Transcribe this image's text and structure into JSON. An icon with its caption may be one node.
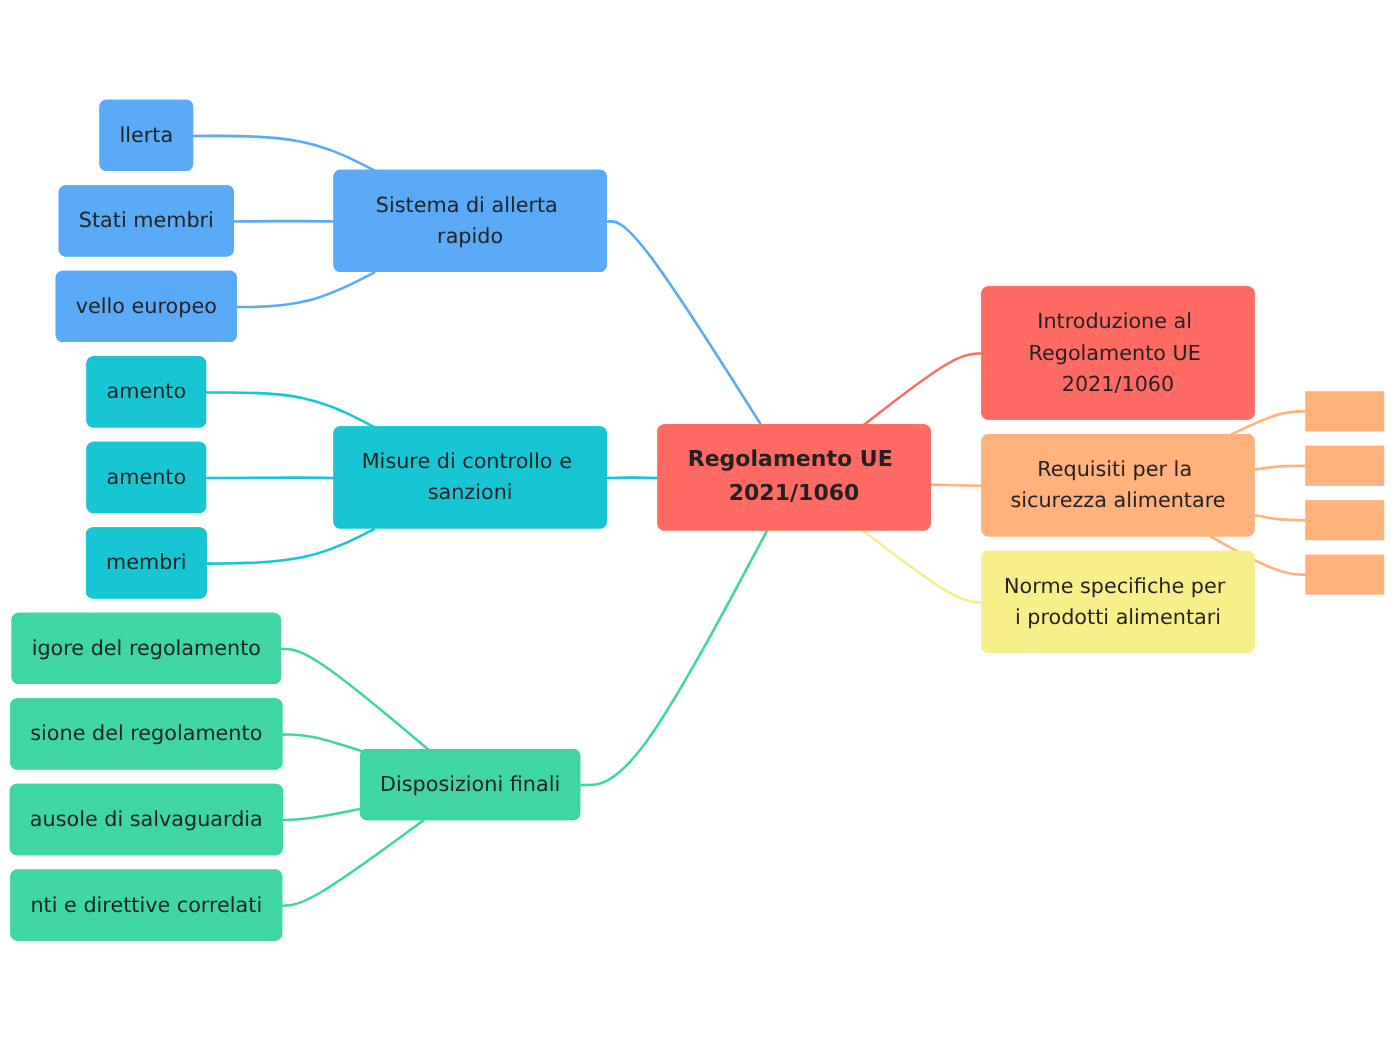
{
  "diagram": {
    "nodes": [
      {
        "text": [
          "Regolamento UE 2021/1060"
        ]
      },
      {
        "text": [
          "Sistema di allerta rapido"
        ]
      },
      {
        "text": [
          "llerta"
        ]
      },
      {
        "text": [
          "Stati membri"
        ]
      },
      {
        "text": [
          "vello europeo"
        ]
      },
      {
        "text": [
          "Misure di controllo e sanzioni"
        ]
      },
      {
        "text": [
          "amento"
        ]
      },
      {
        "text": [
          "amento"
        ]
      },
      {
        "text": [
          "membri"
        ]
      },
      {
        "text": [
          "Disposizioni finali"
        ]
      },
      {
        "text": [
          "igore del regolamento"
        ]
      },
      {
        "text": [
          "sione del regolamento"
        ]
      },
      {
        "text": [
          "ausole di salvaguardia"
        ]
      },
      {
        "text": [
          "nti e direttive correlati"
        ]
      },
      {
        "text": [
          "Introduzione al Regolamento UE 2021/1060"
        ]
      },
      {
        "text": [
          "Requisiti per la sicurezza alimentare"
        ]
      },
      {
        "text": [],
        "shape": "box"
      },
      {
        "text": [],
        "shape": "box"
      },
      {
        "text": [],
        "shape": "box"
      },
      {
        "text": [],
        "shape": "box"
      },
      {
        "text": [
          "Norme specifiche per i prodotti alimentari"
        ]
      }
    ],
    "edges": [
      {
        "from": 2,
        "to": 1,
        "arrow": "none",
        "color": "#5aaaf7"
      },
      {
        "from": 3,
        "to": 1,
        "arrow": "none",
        "color": "#5aaaf7"
      },
      {
        "from": 4,
        "to": 1,
        "arrow": "none",
        "color": "#5aaaf7"
      },
      {
        "from": 1,
        "to": 0,
        "arrow": "none",
        "color": "#5aaaf7"
      },
      {
        "from": 6,
        "to": 5,
        "arrow": "none",
        "color": "#17c5d3"
      },
      {
        "from": 7,
        "to": 5,
        "arrow": "none",
        "color": "#17c5d3"
      },
      {
        "from": 8,
        "to": 5,
        "arrow": "none",
        "color": "#17c5d3"
      },
      {
        "from": 5,
        "to": 0,
        "arrow": "none",
        "color": "#17c5d3"
      },
      {
        "from": 10,
        "to": 9,
        "arrow": "none",
        "color": "#3fd6a2"
      },
      {
        "from": 11,
        "to": 9,
        "arrow": "none",
        "color": "#3fd6a2"
      },
      {
        "from": 12,
        "to": 9,
        "arrow": "none",
        "color": "#3fd6a2"
      },
      {
        "from": 13,
        "to": 9,
        "arrow": "none",
        "color": "#3fd6a2"
      },
      {
        "from": 9,
        "to": 0,
        "arrow": "none",
        "color": "#3fd6a2"
      },
      {
        "from": 0,
        "to": 14,
        "arrow": "none",
        "color": "#ff6b63"
      },
      {
        "from": 0,
        "to": 15,
        "arrow": "none",
        "color": "#ffb27c"
      },
      {
        "from": 15,
        "to": 16,
        "arrow": "none",
        "color": "#ffb27c"
      },
      {
        "from": 15,
        "to": 17,
        "arrow": "none",
        "color": "#ffb27c"
      },
      {
        "from": 15,
        "to": 18,
        "arrow": "none",
        "color": "#ffb27c"
      },
      {
        "from": 15,
        "to": 19,
        "arrow": "none",
        "color": "#ffb27c"
      },
      {
        "from": 0,
        "to": 20,
        "arrow": "none",
        "color": "#f7f08a"
      }
    ]
  }
}
